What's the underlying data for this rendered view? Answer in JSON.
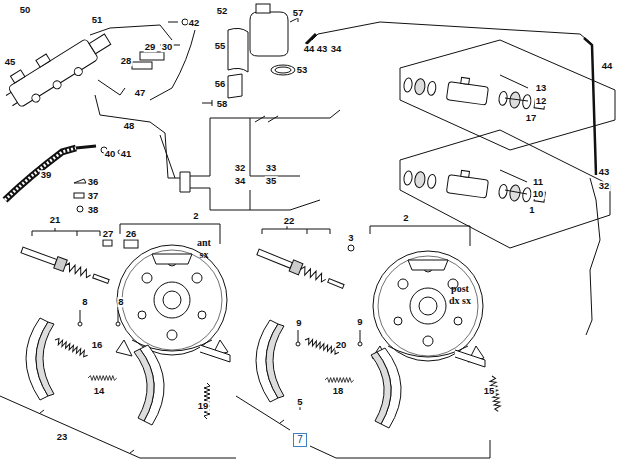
{
  "diagram": {
    "nodes": [
      {
        "text": [
          "7"
        ]
      }
    ],
    "labels": [
      "50",
      "51",
      "42",
      "52",
      "57",
      "44",
      "43",
      "34",
      "44",
      "45",
      "29",
      "30",
      "28",
      "55",
      "53",
      "13",
      "12",
      "17",
      "56",
      "47",
      "58",
      "48",
      "40",
      "41",
      "32",
      "33",
      "34",
      "35",
      "39",
      "36",
      "11",
      "43",
      "32",
      "37",
      "10",
      "38",
      "1",
      "21",
      "2",
      "22",
      "2",
      "27",
      "26",
      "3",
      "ant sx",
      "post dx sx",
      "8",
      "8",
      "9",
      "9",
      "16",
      "20",
      "14",
      "18",
      "19",
      "5",
      "15",
      "23"
    ]
  }
}
